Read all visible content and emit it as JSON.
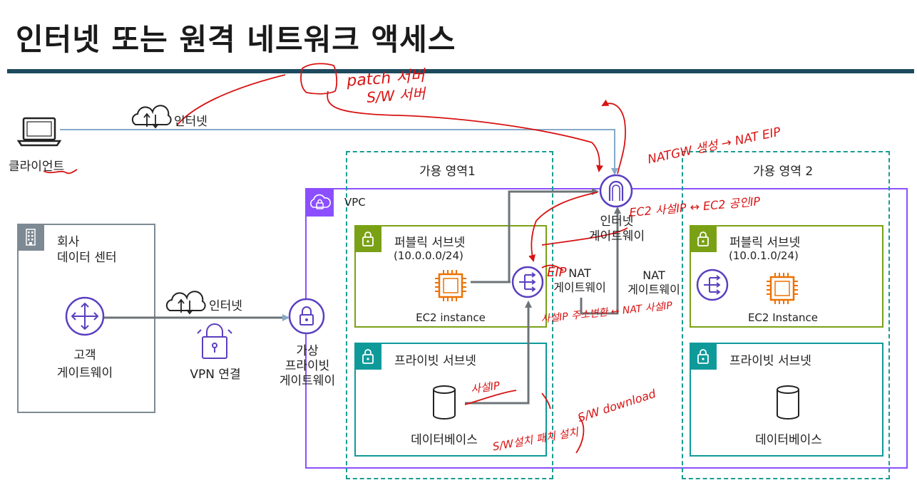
{
  "title": "인터넷 또는 원격 네트워크 액세스",
  "client": {
    "label": "클라이언트"
  },
  "internet_top": {
    "label": "인터넷"
  },
  "internet_mid": {
    "label": "인터넷"
  },
  "corp_dc": {
    "line1": "회사",
    "line2": "데이터 센터"
  },
  "customer_gw": {
    "line1": "고객",
    "line2": "게이트웨이"
  },
  "vpn": {
    "label": "VPN 연결"
  },
  "vpg": {
    "line1": "가상",
    "line2": "프라이빗",
    "line3": "게이트웨이"
  },
  "vpc": {
    "label": "VPC"
  },
  "az1": {
    "label": "가용 영역1"
  },
  "az2": {
    "label": "가용 영역 2"
  },
  "igw": {
    "line1": "인터넷",
    "line2": "게이트웨이"
  },
  "public_subnet_1": {
    "label": "퍼블릭 서브넷",
    "cidr": "(10.0.0.0/24)"
  },
  "public_subnet_2": {
    "label": "퍼블릭 서브넷",
    "cidr": "(10.0.1.0/24)"
  },
  "ec2_1": {
    "label": "EC2 instance"
  },
  "ec2_2": {
    "label": "EC2 Instance"
  },
  "nat_1": {
    "line1": "NAT",
    "line2": "게이트웨이"
  },
  "nat_2": {
    "line1": "NAT",
    "line2": "게이트웨이"
  },
  "private_subnet_1": {
    "label": "프라이빗 서브넷"
  },
  "private_subnet_2": {
    "label": "프라이빗 서브넷"
  },
  "db_1": {
    "label": "데이터베이스"
  },
  "db_2": {
    "label": "데이터베이스"
  },
  "annotations": {
    "patch_server": "patch 서버",
    "sw_server": "S/W 서버",
    "nat_gw_eip": "NATGW 생성 → NAT EIP",
    "ec2_ip": "EC2 사설IP ↔ EC2 공인IP",
    "eip": "EIP",
    "private_to_nat": "사설IP 주소변환 ↔ NAT 사설IP",
    "private_ip": "사설IP",
    "sw_download": "S/W download",
    "sw_install": "S/W설치 패치 설치"
  },
  "colors": {
    "title_rule": "#1d4a5e",
    "vpc": "#8c4fff",
    "az": "#1a9c94",
    "public_subnet": "#7aa116",
    "private_subnet": "#0f9a9a",
    "ec2": "#ed7100",
    "aws_purple": "#5a3fc0",
    "connector": "#6d7478",
    "client_line": "#86a9c9",
    "annotation": "#d81313"
  }
}
